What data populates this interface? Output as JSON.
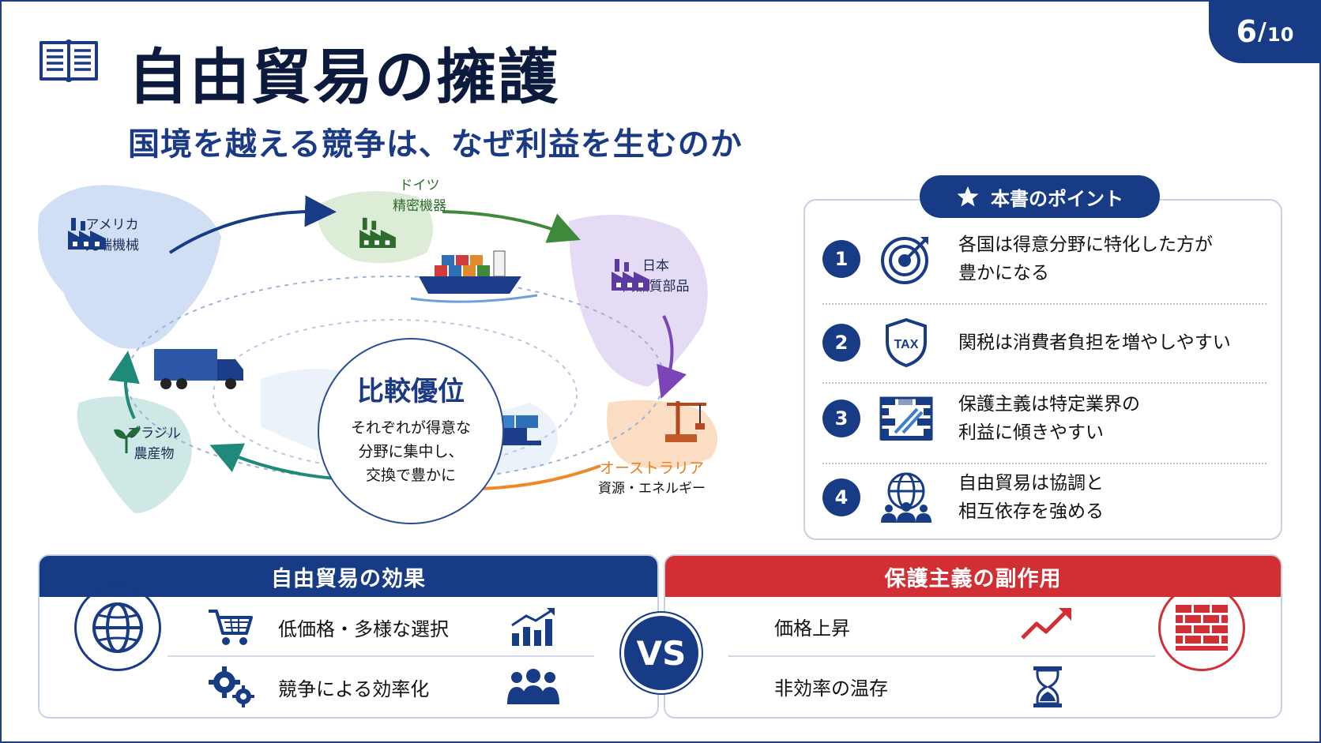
{
  "header": {
    "title": "自由貿易の擁護",
    "subtitle": "国境を越える競争は、なぜ利益を生むのか",
    "page_current": "6",
    "page_separator": "/",
    "page_total": "10",
    "icon": "book-icon"
  },
  "map": {
    "nodes": {
      "usa": {
        "name": "アメリカ",
        "product": "先端機械",
        "icon": "factory-icon"
      },
      "germany": {
        "name": "ドイツ",
        "product": "精密機器",
        "icon": "factory-icon"
      },
      "japan": {
        "name": "日本",
        "product": "高品質部品",
        "icon": "factory-icon"
      },
      "australia": {
        "name": "オーストラリア",
        "product": "資源・エネルギー",
        "icon": "crane-icon"
      },
      "brazil": {
        "name": "ブラジル",
        "product": "農産物",
        "icon": "sprout-icon"
      }
    },
    "center": {
      "title": "比較優位",
      "lines": [
        "それぞれが得意な",
        "分野に集中し、",
        "交換で豊かに"
      ]
    },
    "colors": {
      "blue": "#173b85",
      "green": "#3f8a3a",
      "purple": "#7b45b8",
      "orange": "#ee8a26",
      "teal": "#1f8a7a"
    }
  },
  "points": {
    "title": "本書のポイント",
    "items": [
      {
        "num": "1",
        "text_lines": [
          "各国は得意分野に特化した方が",
          "豊かになる"
        ],
        "icon": "target-icon"
      },
      {
        "num": "2",
        "text_lines": [
          "関税は消費者負担を増やしやすい"
        ],
        "icon": "tax-shield-icon",
        "icon_text": "TAX"
      },
      {
        "num": "3",
        "text_lines": [
          "保護主義は特定業界の",
          "利益に傾きやすい"
        ],
        "icon": "barrier-wall-icon"
      },
      {
        "num": "4",
        "text_lines": [
          "自由貿易は協調と",
          "相互依存を強める"
        ],
        "icon": "globe-people-icon"
      }
    ]
  },
  "free_trade": {
    "title": "自由貿易の効果",
    "rows": [
      {
        "text": "低価格・多様な選択",
        "icon": "cart-icon",
        "right_icon": "bar-chart-up-icon"
      },
      {
        "text": "競争による効率化",
        "icon": "gears-icon",
        "right_icon": "people-icon"
      }
    ],
    "main_icon": "globe-icon"
  },
  "vs_label": "VS",
  "protectionism": {
    "title": "保護主義の副作用",
    "rows": [
      {
        "text": "価格上昇",
        "icon": "trend-up-icon"
      },
      {
        "text": "非効率の温存",
        "icon": "hourglass-icon"
      }
    ],
    "main_icon": "brick-wall-icon",
    "color": "#d22f35"
  }
}
